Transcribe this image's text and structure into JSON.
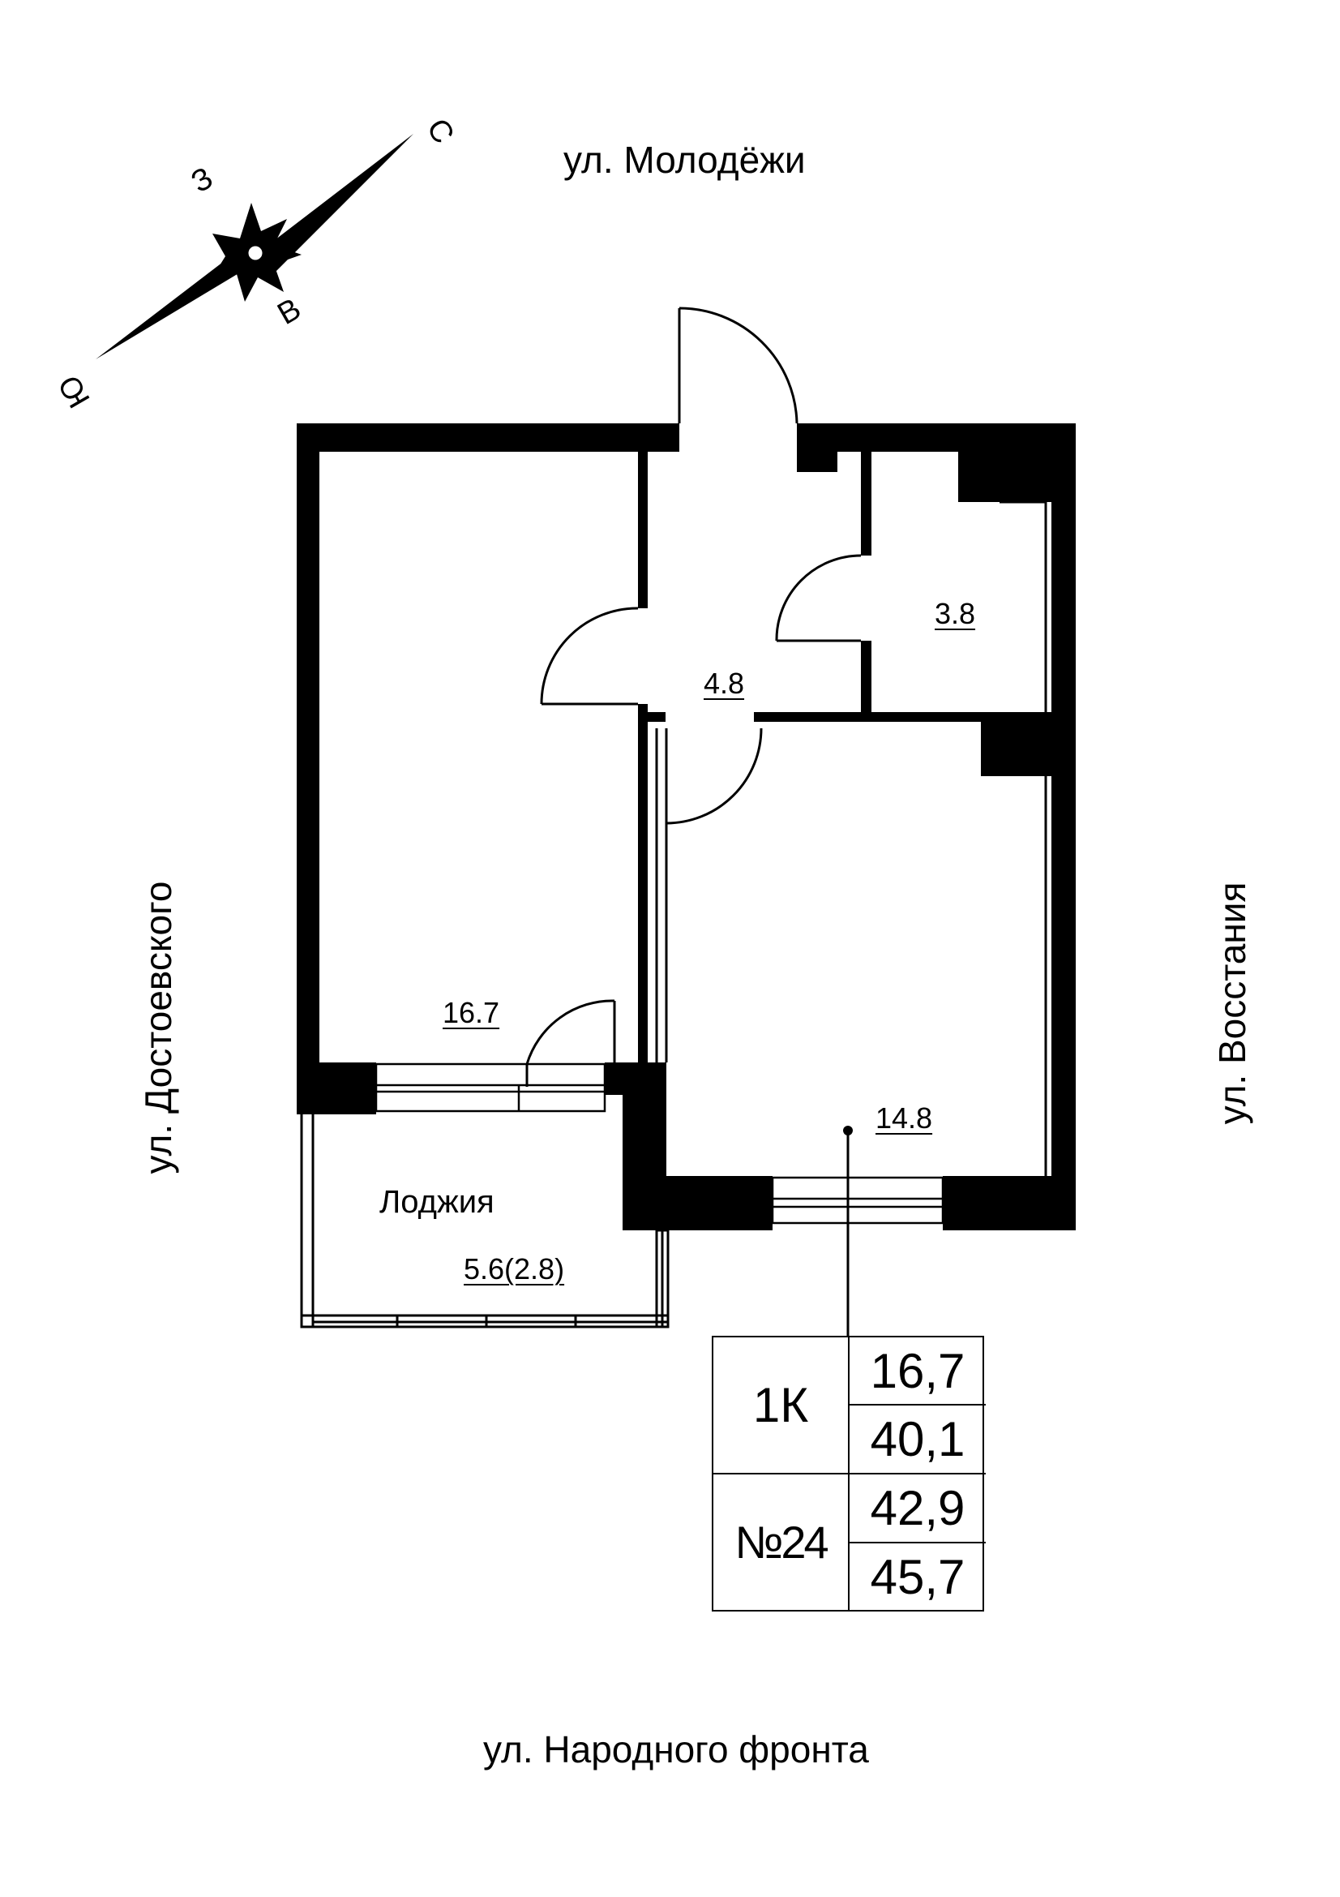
{
  "streets": {
    "north": "ул. Молодёжи",
    "south": "ул. Народного фронта",
    "west": "ул. Достоевского",
    "east": "ул. Восстания"
  },
  "compass": {
    "north": "С",
    "south": "Ю",
    "west": "З",
    "east": "В"
  },
  "rooms": {
    "living_room_area": "16.7",
    "hall_area": "4.8",
    "bathroom_area": "3.8",
    "kitchen_area": "14.8",
    "loggia_name": "Лоджия",
    "loggia_area": "5.6(2.8)"
  },
  "info_table": {
    "type": "1К",
    "number": "№24",
    "living_area": "16,7",
    "total_area_no_loggia": "40,1",
    "total_area_reduced": "42,9",
    "total_area_full": "45,7"
  },
  "colors": {
    "wall": "#000000",
    "background": "#ffffff"
  }
}
